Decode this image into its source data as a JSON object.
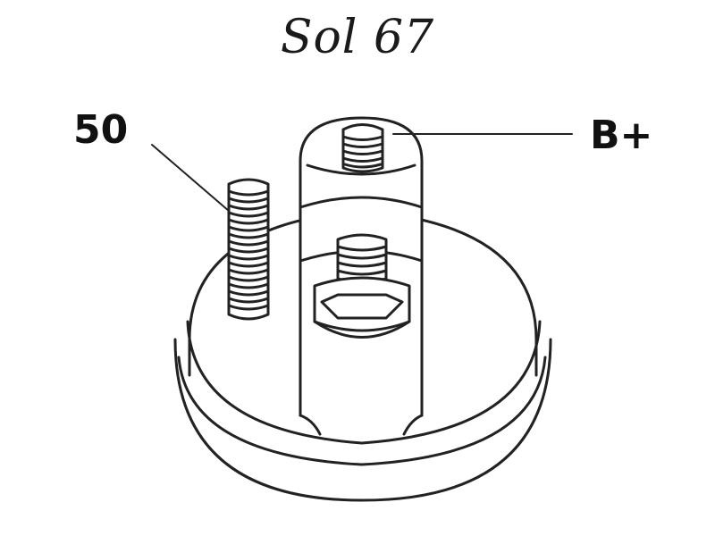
{
  "diagram": {
    "title": "Sol 67",
    "labels": {
      "terminal_50": "50",
      "terminal_b_plus": "B+"
    }
  }
}
